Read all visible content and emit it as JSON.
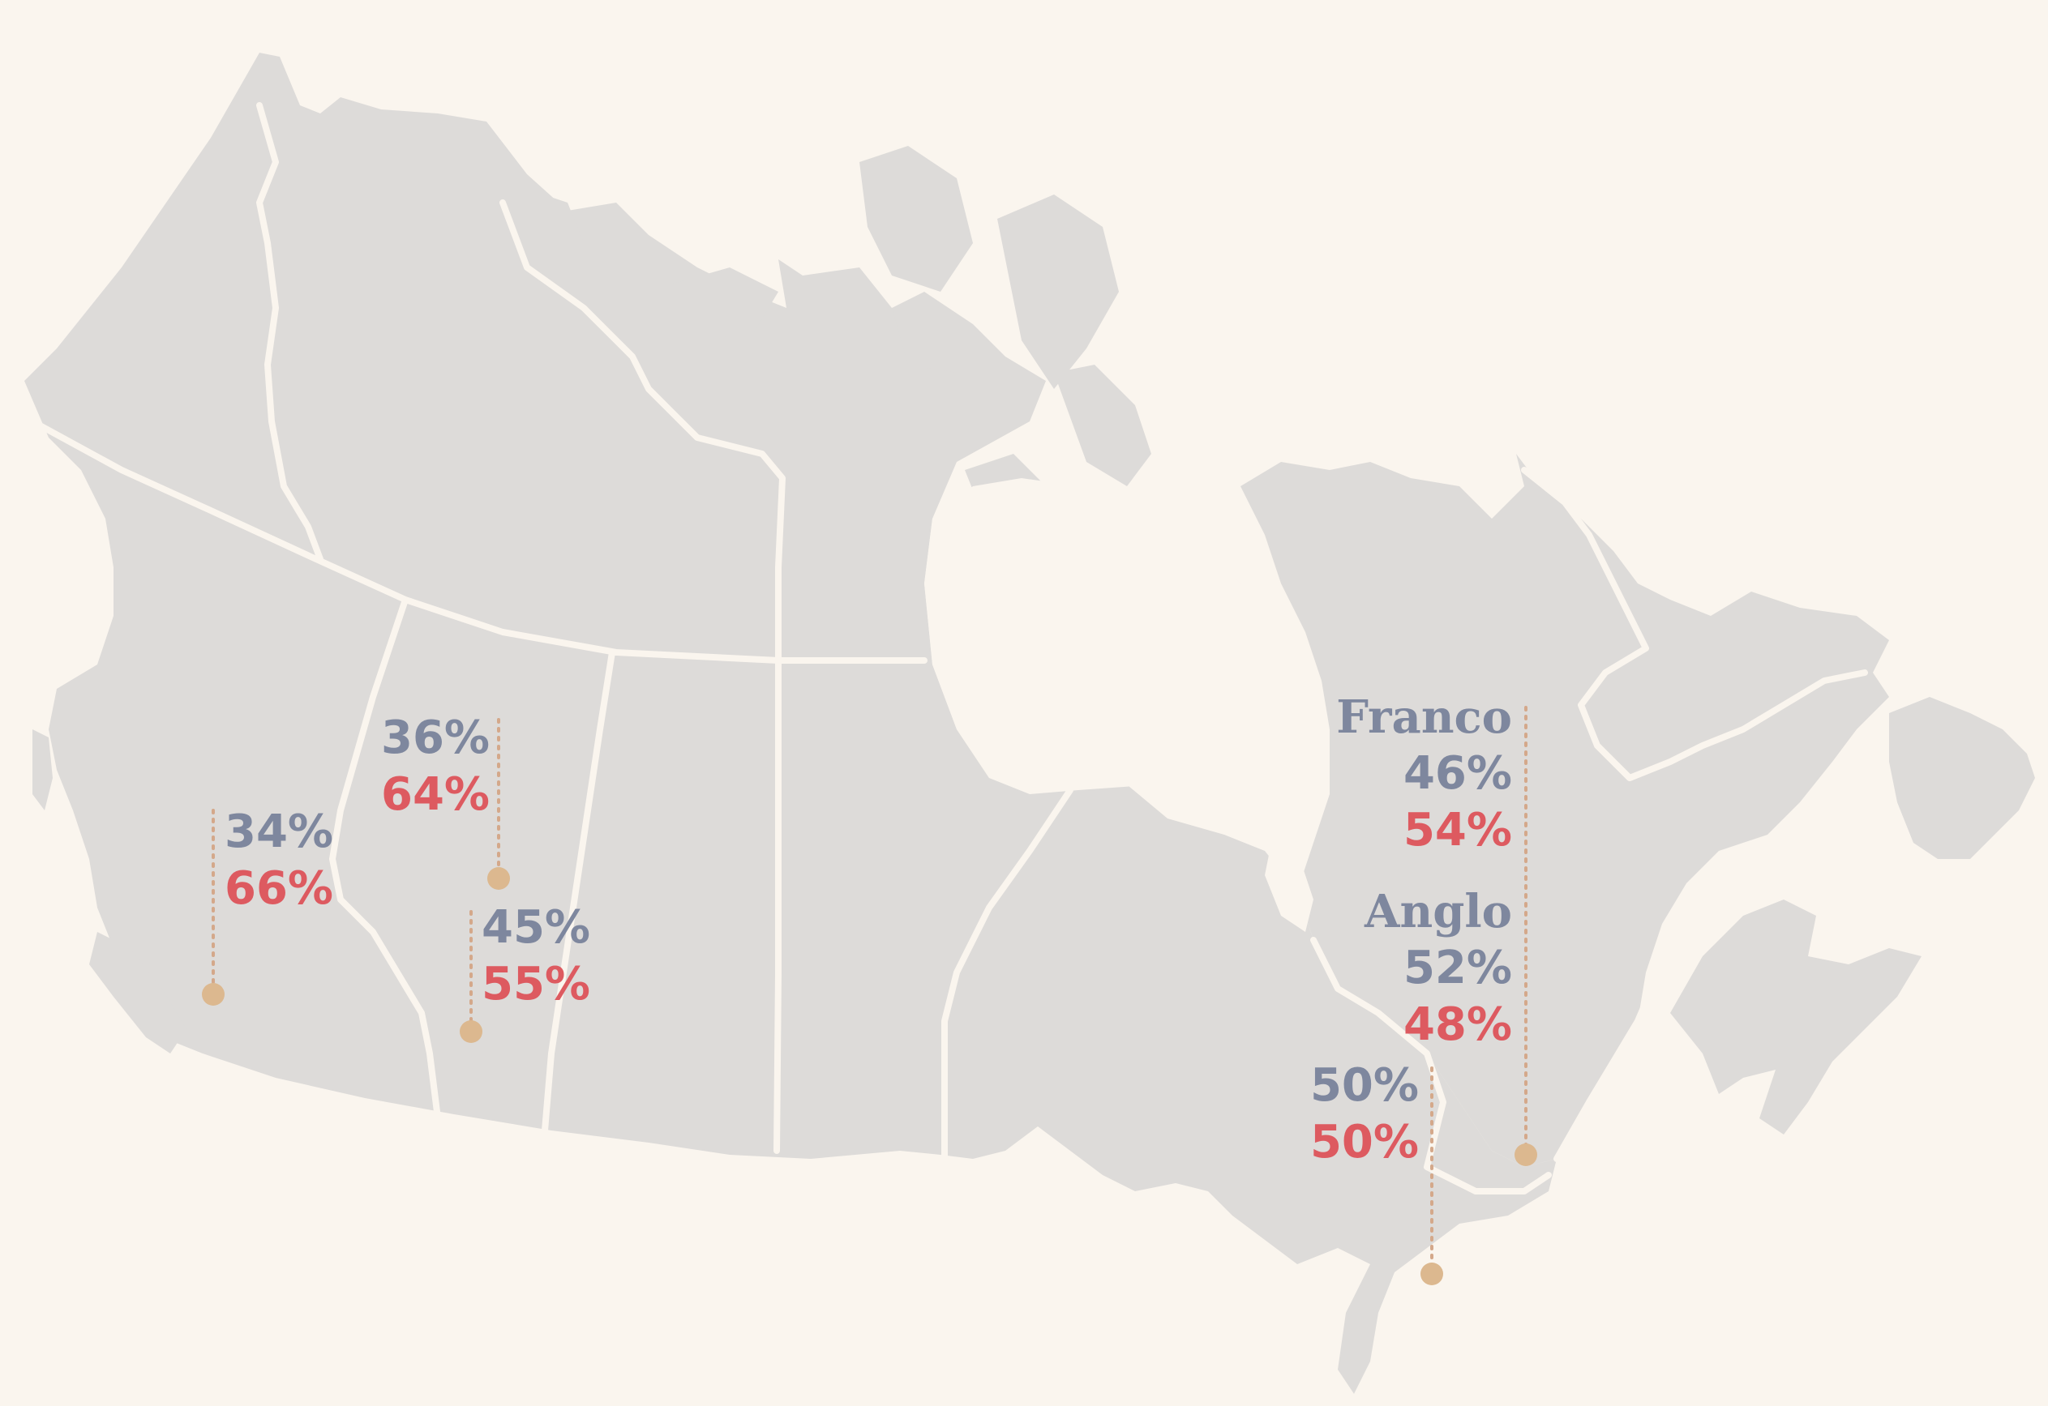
{
  "colors": {
    "background": "#faf5ee",
    "land": "#dddbd9",
    "first_percent": "#7e879e",
    "second_percent": "#dd5a60",
    "marker": "#dcb88f"
  },
  "labels": {
    "bc": {
      "first": "34%",
      "second": "66%"
    },
    "ab": {
      "first": "36%",
      "second": "64%"
    },
    "sk": {
      "first": "45%",
      "second": "55%"
    },
    "on": {
      "first": "50%",
      "second": "50%"
    },
    "qc_franco": {
      "heading": "Franco",
      "first": "46%",
      "second": "54%"
    },
    "qc_anglo": {
      "heading": "Anglo",
      "first": "52%",
      "second": "48%"
    }
  }
}
